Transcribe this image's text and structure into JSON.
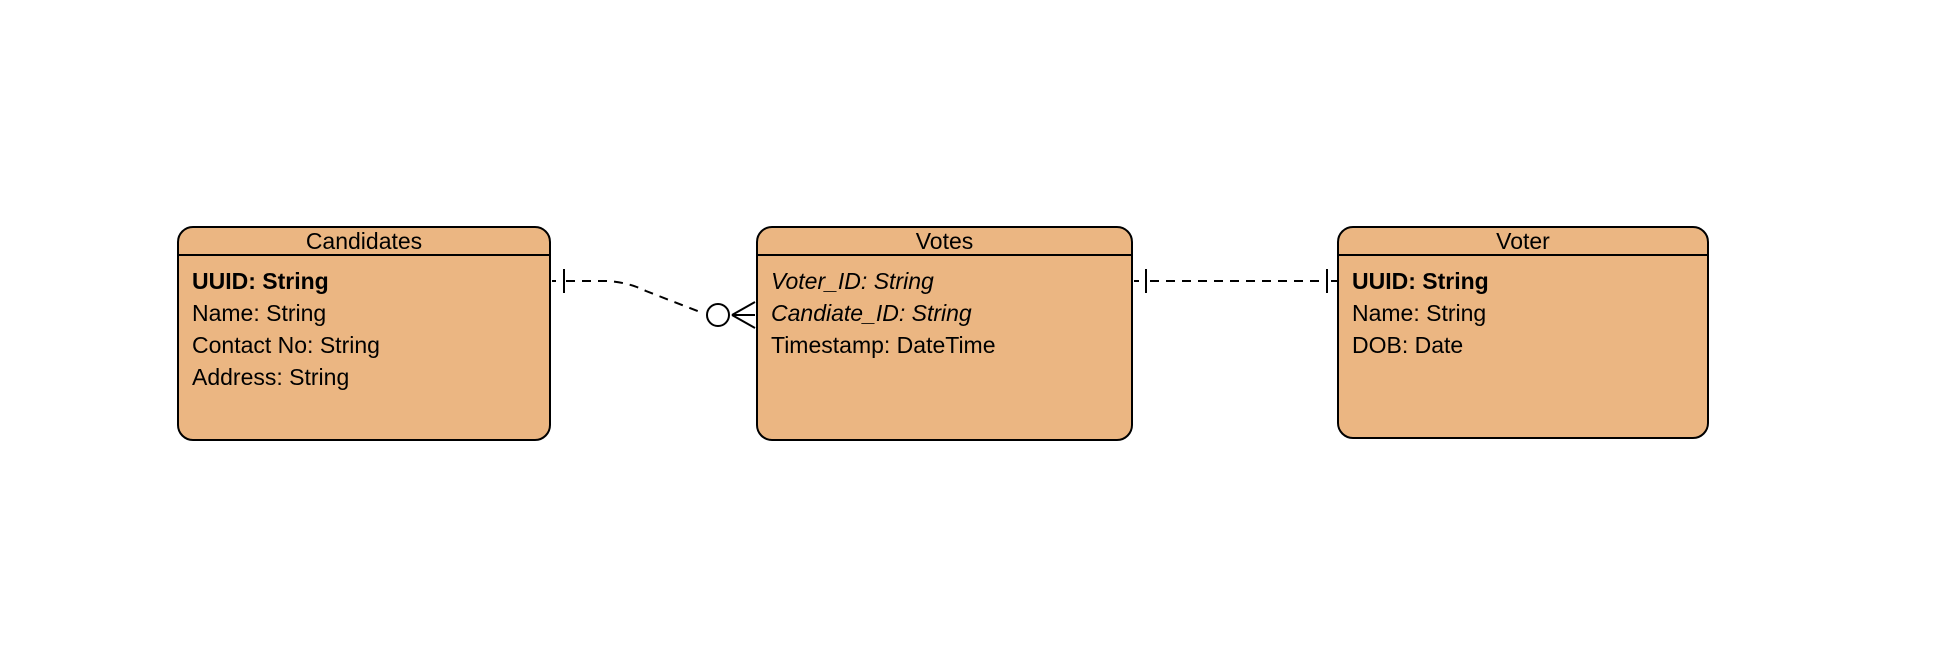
{
  "diagram": {
    "fill_color": "#EBB682",
    "line_color": "#000000",
    "entities": [
      {
        "id": "candidates",
        "title": "Candidates",
        "attributes": [
          {
            "text": "UUID: String",
            "kind": "pk"
          },
          {
            "text": "Name: String",
            "kind": "plain"
          },
          {
            "text": "Contact No: String",
            "kind": "plain"
          },
          {
            "text": "Address: String",
            "kind": "plain"
          }
        ]
      },
      {
        "id": "votes",
        "title": "Votes",
        "attributes": [
          {
            "text": "Voter_ID: String",
            "kind": "fk"
          },
          {
            "text": "Candiate_ID: String",
            "kind": "fk"
          },
          {
            "text": "Timestamp: DateTime",
            "kind": "plain"
          }
        ]
      },
      {
        "id": "voter",
        "title": "Voter",
        "attributes": [
          {
            "text": "UUID: String",
            "kind": "pk"
          },
          {
            "text": "Name: String",
            "kind": "plain"
          },
          {
            "text": "DOB: Date",
            "kind": "plain"
          }
        ]
      }
    ],
    "relationships": [
      {
        "from": "candidates",
        "to": "votes",
        "from_cardinality": "one-and-only-one",
        "to_cardinality": "zero-or-many",
        "line_style": "dashed"
      },
      {
        "from": "votes",
        "to": "voter",
        "from_cardinality": "one-and-only-one",
        "to_cardinality": "one-and-only-one",
        "line_style": "dashed"
      }
    ]
  }
}
